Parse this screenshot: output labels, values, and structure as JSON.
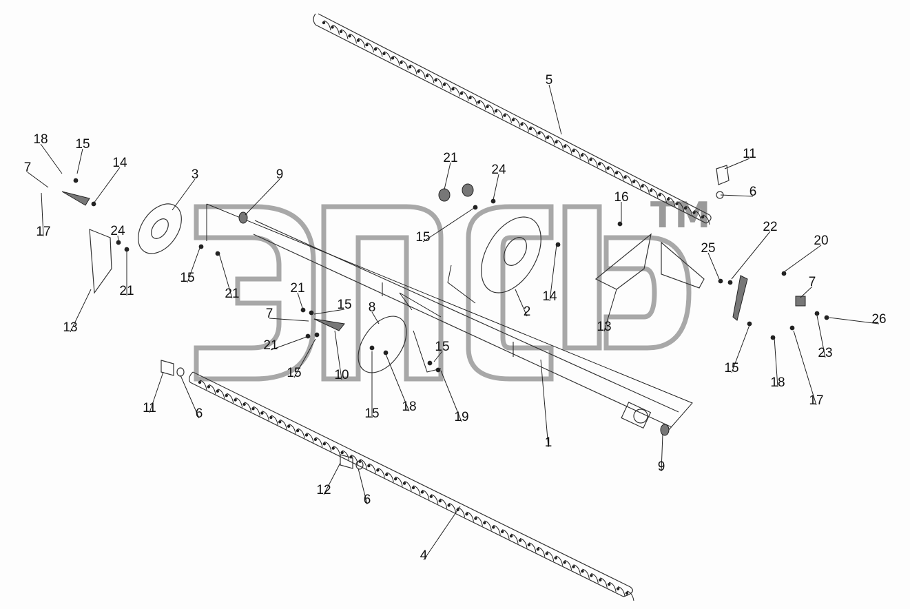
{
  "diagram": {
    "watermark": "ЭПС",
    "trademark": "TM",
    "labels": [
      {
        "id": "5",
        "text": "5"
      },
      {
        "id": "11a",
        "text": "11"
      },
      {
        "id": "6a",
        "text": "6"
      },
      {
        "id": "21a",
        "text": "21"
      },
      {
        "id": "24a",
        "text": "24"
      },
      {
        "id": "15a",
        "text": "15"
      },
      {
        "id": "16",
        "text": "16"
      },
      {
        "id": "22",
        "text": "22"
      },
      {
        "id": "20",
        "text": "20"
      },
      {
        "id": "25",
        "text": "25"
      },
      {
        "id": "7a",
        "text": "7"
      },
      {
        "id": "26",
        "text": "26"
      },
      {
        "id": "23",
        "text": "23"
      },
      {
        "id": "17a",
        "text": "17"
      },
      {
        "id": "18a",
        "text": "18"
      },
      {
        "id": "15b",
        "text": "15"
      },
      {
        "id": "13a",
        "text": "13"
      },
      {
        "id": "14a",
        "text": "14"
      },
      {
        "id": "2",
        "text": "2"
      },
      {
        "id": "18b",
        "text": "18"
      },
      {
        "id": "15c",
        "text": "15"
      },
      {
        "id": "14b",
        "text": "14"
      },
      {
        "id": "7b",
        "text": "7"
      },
      {
        "id": "17b",
        "text": "17"
      },
      {
        "id": "3",
        "text": "3"
      },
      {
        "id": "9a",
        "text": "9"
      },
      {
        "id": "24b",
        "text": "24"
      },
      {
        "id": "21b",
        "text": "21"
      },
      {
        "id": "15d",
        "text": "15"
      },
      {
        "id": "21c",
        "text": "21"
      },
      {
        "id": "13b",
        "text": "13"
      },
      {
        "id": "21d",
        "text": "21"
      },
      {
        "id": "15e",
        "text": "15"
      },
      {
        "id": "7c",
        "text": "7"
      },
      {
        "id": "8",
        "text": "8"
      },
      {
        "id": "21e",
        "text": "21"
      },
      {
        "id": "15f",
        "text": "15"
      },
      {
        "id": "10",
        "text": "10"
      },
      {
        "id": "15g",
        "text": "15"
      },
      {
        "id": "15h",
        "text": "15"
      },
      {
        "id": "18c",
        "text": "18"
      },
      {
        "id": "19",
        "text": "19"
      },
      {
        "id": "1",
        "text": "1"
      },
      {
        "id": "9b",
        "text": "9"
      },
      {
        "id": "11b",
        "text": "11"
      },
      {
        "id": "6b",
        "text": "6"
      },
      {
        "id": "12",
        "text": "12"
      },
      {
        "id": "6c",
        "text": "6"
      },
      {
        "id": "4",
        "text": "4"
      }
    ]
  }
}
